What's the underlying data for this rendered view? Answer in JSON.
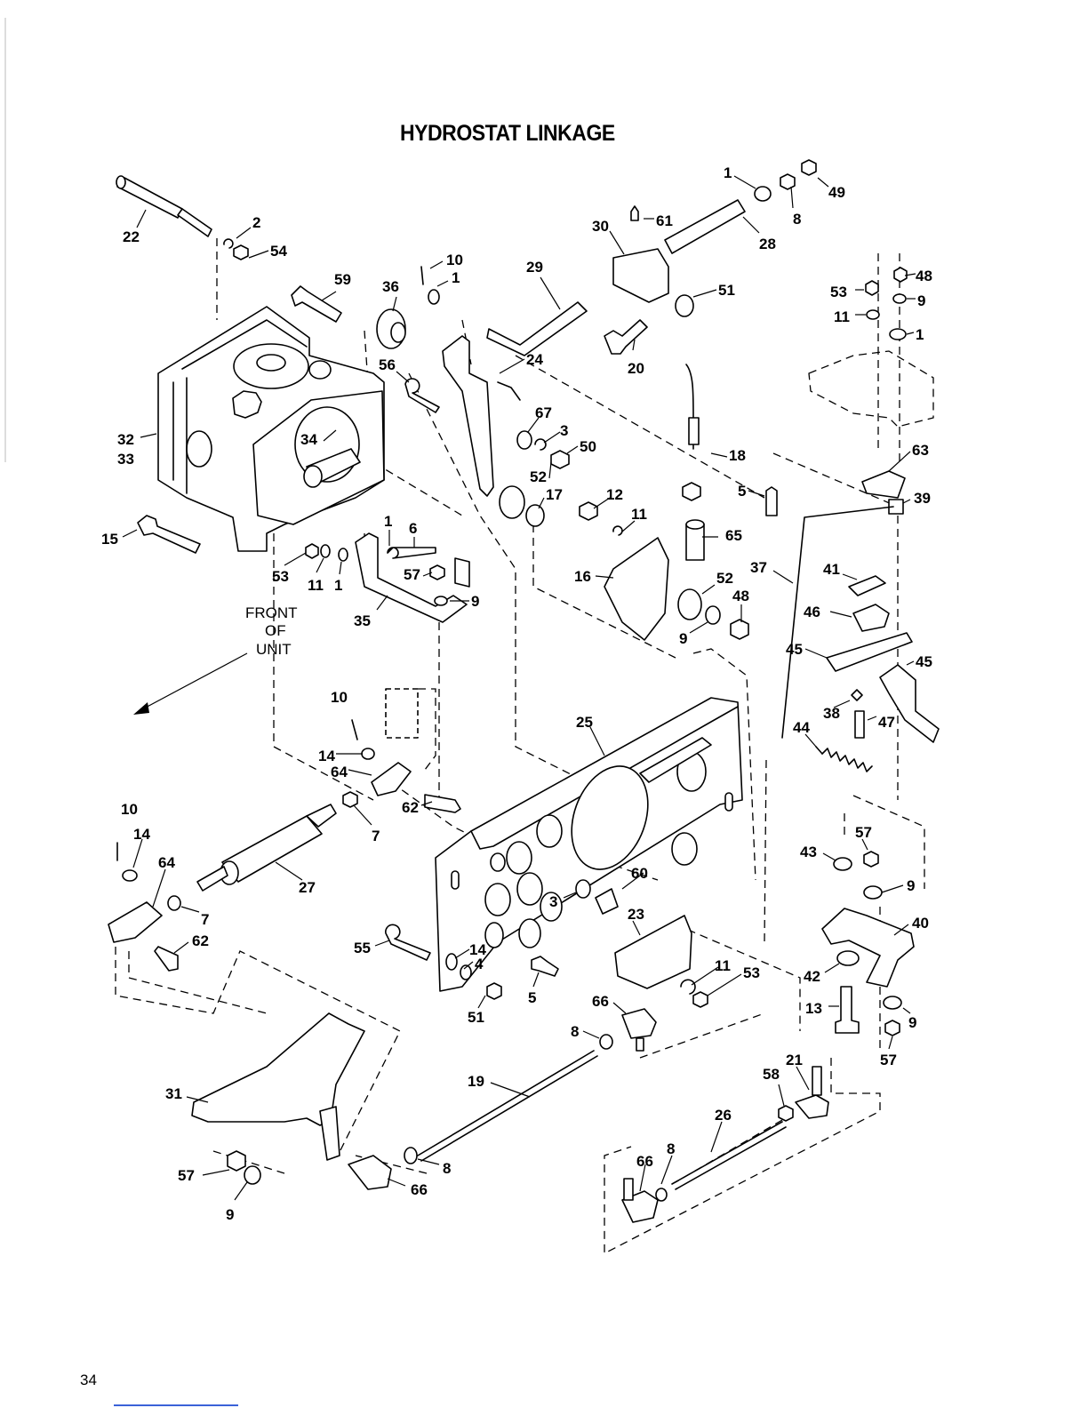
{
  "title": "HYDROSTAT LINKAGE",
  "page_number": "34",
  "front_note": [
    "FRONT",
    "OF",
    "UNIT"
  ],
  "callouts": [
    {
      "id": "c1a",
      "text": "1"
    },
    {
      "id": "c49",
      "text": "49"
    },
    {
      "id": "c8a",
      "text": "8"
    },
    {
      "id": "c28",
      "text": "28"
    },
    {
      "id": "c30",
      "text": "30"
    },
    {
      "id": "c61",
      "text": "61"
    },
    {
      "id": "c22",
      "text": "22"
    },
    {
      "id": "c2",
      "text": "2"
    },
    {
      "id": "c54",
      "text": "54"
    },
    {
      "id": "c10a",
      "text": "10"
    },
    {
      "id": "c1b",
      "text": "1"
    },
    {
      "id": "c59",
      "text": "59"
    },
    {
      "id": "c36",
      "text": "36"
    },
    {
      "id": "c29",
      "text": "29"
    },
    {
      "id": "c51a",
      "text": "51"
    },
    {
      "id": "c48a",
      "text": "48"
    },
    {
      "id": "c53a",
      "text": "53"
    },
    {
      "id": "c9a",
      "text": "9"
    },
    {
      "id": "c11a",
      "text": "11"
    },
    {
      "id": "c1c",
      "text": "1"
    },
    {
      "id": "c20",
      "text": "20"
    },
    {
      "id": "c24",
      "text": "24"
    },
    {
      "id": "c56",
      "text": "56"
    },
    {
      "id": "c67",
      "text": "67"
    },
    {
      "id": "c3a",
      "text": "3"
    },
    {
      "id": "c50",
      "text": "50"
    },
    {
      "id": "c52a",
      "text": "52"
    },
    {
      "id": "c32",
      "text": "32"
    },
    {
      "id": "c33",
      "text": "33"
    },
    {
      "id": "c34",
      "text": "34"
    },
    {
      "id": "c18",
      "text": "18"
    },
    {
      "id": "c63",
      "text": "63"
    },
    {
      "id": "c17",
      "text": "17"
    },
    {
      "id": "c12",
      "text": "12"
    },
    {
      "id": "c5a",
      "text": "5"
    },
    {
      "id": "c39",
      "text": "39"
    },
    {
      "id": "c11b",
      "text": "11"
    },
    {
      "id": "c1d",
      "text": "1"
    },
    {
      "id": "c6",
      "text": "6"
    },
    {
      "id": "c15",
      "text": "15"
    },
    {
      "id": "c65",
      "text": "65"
    },
    {
      "id": "c37",
      "text": "37"
    },
    {
      "id": "c53b",
      "text": "53"
    },
    {
      "id": "c11c",
      "text": "11"
    },
    {
      "id": "c1e",
      "text": "1"
    },
    {
      "id": "c57a",
      "text": "57"
    },
    {
      "id": "c9b",
      "text": "9"
    },
    {
      "id": "c16",
      "text": "16"
    },
    {
      "id": "c52b",
      "text": "52"
    },
    {
      "id": "c41",
      "text": "41"
    },
    {
      "id": "c48b",
      "text": "48"
    },
    {
      "id": "c35",
      "text": "35"
    },
    {
      "id": "c46",
      "text": "46"
    },
    {
      "id": "c9c",
      "text": "9"
    },
    {
      "id": "c45a",
      "text": "45"
    },
    {
      "id": "c45b",
      "text": "45"
    },
    {
      "id": "c10b",
      "text": "10"
    },
    {
      "id": "c38",
      "text": "38"
    },
    {
      "id": "c47",
      "text": "47"
    },
    {
      "id": "c25",
      "text": "25"
    },
    {
      "id": "c44",
      "text": "44"
    },
    {
      "id": "c14a",
      "text": "14"
    },
    {
      "id": "c64a",
      "text": "64"
    },
    {
      "id": "c62a",
      "text": "62"
    },
    {
      "id": "c10c",
      "text": "10"
    },
    {
      "id": "c7a",
      "text": "7"
    },
    {
      "id": "c14b",
      "text": "14"
    },
    {
      "id": "c57b",
      "text": "57"
    },
    {
      "id": "c43",
      "text": "43"
    },
    {
      "id": "c64b",
      "text": "64"
    },
    {
      "id": "c27",
      "text": "27"
    },
    {
      "id": "c9d",
      "text": "9"
    },
    {
      "id": "c60",
      "text": "60"
    },
    {
      "id": "c3b",
      "text": "3"
    },
    {
      "id": "c7b",
      "text": "7"
    },
    {
      "id": "c40",
      "text": "40"
    },
    {
      "id": "c23",
      "text": "23"
    },
    {
      "id": "c62b",
      "text": "62"
    },
    {
      "id": "c55",
      "text": "55"
    },
    {
      "id": "c14c",
      "text": "14"
    },
    {
      "id": "c4",
      "text": "4"
    },
    {
      "id": "c11d",
      "text": "11"
    },
    {
      "id": "c53c",
      "text": "53"
    },
    {
      "id": "c42",
      "text": "42"
    },
    {
      "id": "c5b",
      "text": "5"
    },
    {
      "id": "c51b",
      "text": "51"
    },
    {
      "id": "c13",
      "text": "13"
    },
    {
      "id": "c9e",
      "text": "9"
    },
    {
      "id": "c66a",
      "text": "66"
    },
    {
      "id": "c8b",
      "text": "8"
    },
    {
      "id": "c57c",
      "text": "57"
    },
    {
      "id": "c21",
      "text": "21"
    },
    {
      "id": "c58",
      "text": "58"
    },
    {
      "id": "c19",
      "text": "19"
    },
    {
      "id": "c26",
      "text": "26"
    },
    {
      "id": "c31",
      "text": "31"
    },
    {
      "id": "c8c",
      "text": "8"
    },
    {
      "id": "c66b",
      "text": "66"
    },
    {
      "id": "c57d",
      "text": "57"
    },
    {
      "id": "c9f",
      "text": "9"
    },
    {
      "id": "c8d",
      "text": "8"
    },
    {
      "id": "c66c",
      "text": "66"
    }
  ]
}
